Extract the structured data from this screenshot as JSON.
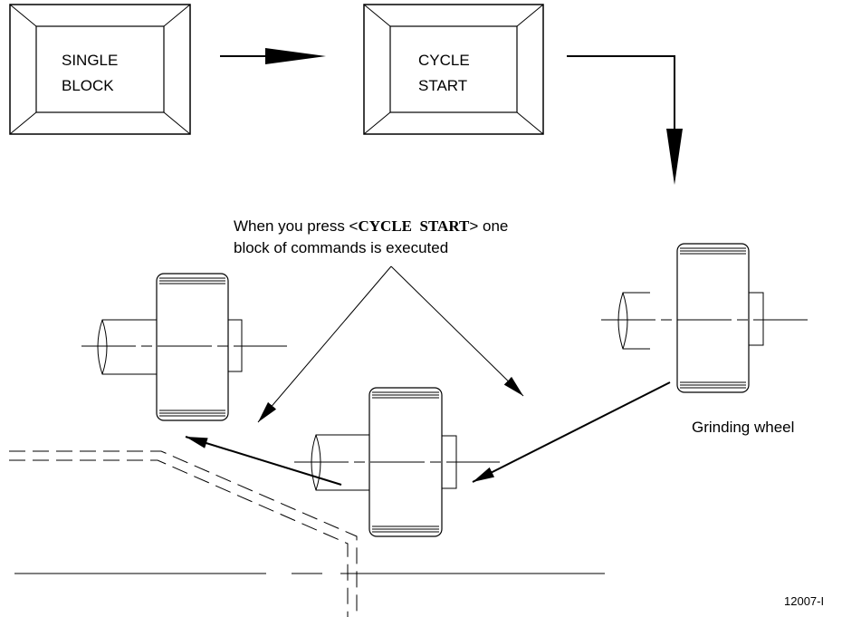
{
  "buttons": {
    "single_block": {
      "line1": "SINGLE",
      "line2": "BLOCK"
    },
    "cycle_start": {
      "line1": "CYCLE",
      "line2": "START"
    }
  },
  "annotation": {
    "line1_prefix": "When you press <",
    "line1_bold": "CYCLE  START",
    "line1_suffix": "> one",
    "line2": "block of commands is executed"
  },
  "grinding_wheel_label": "Grinding wheel",
  "figure_number": "12007-I"
}
